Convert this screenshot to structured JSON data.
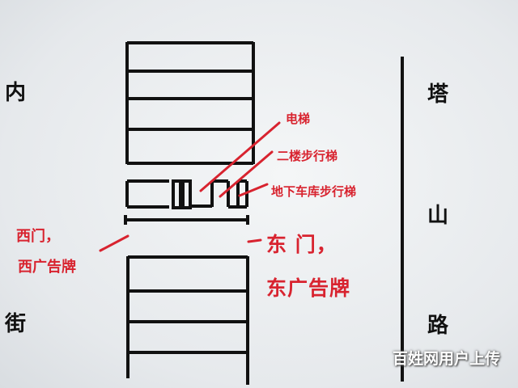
{
  "west_street": {
    "char1": "内",
    "char2": "街"
  },
  "east_road": {
    "char1": "塔",
    "char2": "山",
    "char3": "路"
  },
  "labels": {
    "elevator": "电梯",
    "stairs_second_floor": "二楼步行梯",
    "stairs_garage": "地下车库步行梯",
    "west_gate_line1": "西门，",
    "west_gate_line2": "西广告牌",
    "east_gate_line1": "东 门，",
    "east_gate_line2": "东广告牌"
  },
  "watermark": "百姓网用户上传",
  "colors": {
    "annotation": "#d8232f",
    "lines": "#111111"
  }
}
